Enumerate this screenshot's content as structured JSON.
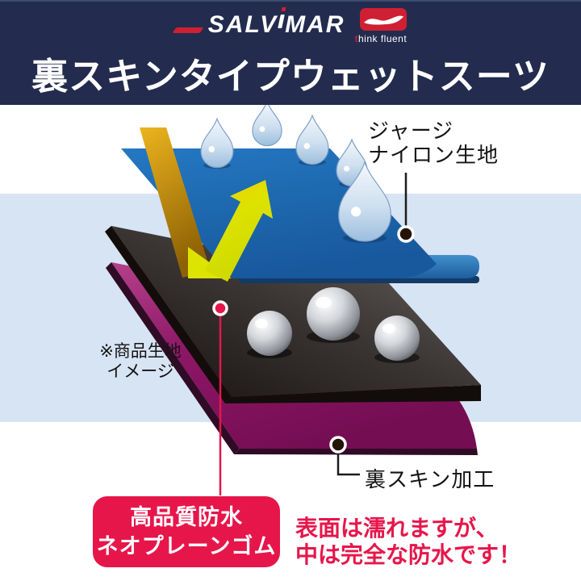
{
  "header": {
    "brand": {
      "name": "SALViMAR",
      "prefix": "SALV",
      "suffix": "MAR",
      "tagline_first": "t",
      "tagline_rest": "hink fluent"
    },
    "title": "裏スキンタイプウェットスーツ"
  },
  "diagram": {
    "labels": {
      "jersey_line1": "ジャージ",
      "jersey_line2": "ナイロン生地",
      "note_line1": "※商品生地",
      "note_line2": "イメージ",
      "skin": "裏スキン加工",
      "neoprene_line1": "高品質防水",
      "neoprene_line2": "ネオプレーンゴム"
    },
    "claim_line1": "表面は濡れますが、",
    "claim_line2": "中は完全な防水です！",
    "layers": [
      {
        "name": "jersey-nylon-fabric",
        "color": "#1d68b0"
      },
      {
        "name": "neoprene-rubber",
        "color": "#2b2522"
      },
      {
        "name": "reverse-skin-finish",
        "color": "#84125f"
      }
    ]
  },
  "colors": {
    "header_navy": "#232c4e",
    "background_band_blue": "#d7e4f3",
    "accent_red": "#e6164b",
    "logo_red": "#cf1f33",
    "gold_strip": "#d9a31c",
    "arrow_yellow": "#d9e000",
    "label_black": "#141414"
  }
}
